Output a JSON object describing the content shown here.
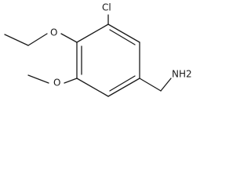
{
  "molecule": {
    "atoms": {
      "chloro": "Cl",
      "ethoxy_oxygen": "O",
      "methoxy_oxygen": "O",
      "amine": "NH2"
    }
  }
}
